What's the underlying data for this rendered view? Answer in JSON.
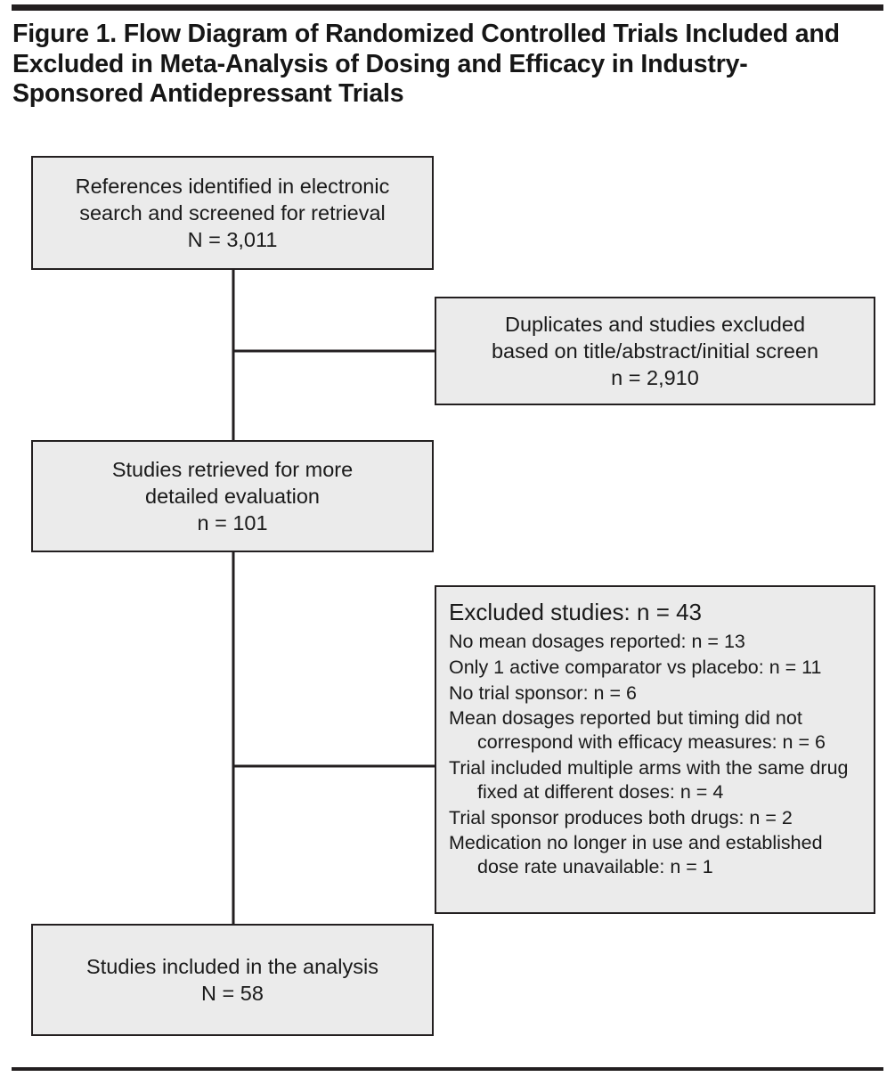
{
  "figure": {
    "title": "Figure 1. Flow Diagram of Randomized Controlled Trials Included and Excluded in Meta-Analysis of Dosing and Efficacy in Industry-Sponsored Antidepressant Trials",
    "colors": {
      "box_fill": "#ebebeb",
      "box_border": "#231f20",
      "rule": "#231f20",
      "text": "#1a1a1a",
      "background": "#ffffff"
    }
  },
  "flow": {
    "boxes": {
      "references": {
        "line1": "References identified in electronic",
        "line2": "search and screened for retrieval",
        "line3": "N = 3,011"
      },
      "duplicates": {
        "line1": "Duplicates and studies excluded",
        "line2": "based on title/abstract/initial screen",
        "line3": "n = 2,910"
      },
      "retrieved": {
        "line1": "Studies retrieved for more",
        "line2": "detailed evaluation",
        "line3": "n = 101"
      },
      "excluded": {
        "heading": "Excluded studies: n = 43",
        "items": [
          "No mean dosages reported: n = 13",
          "Only 1 active comparator vs placebo: n = 11",
          "No trial sponsor: n = 6",
          "Mean dosages reported but timing did not correspond with efficacy measures: n = 6",
          "Trial included multiple arms with the same drug fixed at different doses: n = 4",
          "Trial sponsor produces both drugs: n = 2",
          "Medication no longer in use and established dose rate unavailable: n = 1"
        ]
      },
      "included": {
        "line1": "Studies included in the analysis",
        "line2": "N = 58"
      }
    }
  },
  "chart_data": {
    "type": "diagram",
    "title": "Figure 1. Flow Diagram of Randomized Controlled Trials Included and Excluded in Meta-Analysis of Dosing and Efficacy in Industry-Sponsored Antidepressant Trials",
    "nodes": [
      {
        "id": "references",
        "label": "References identified in electronic search and screened for retrieval",
        "count_label": "N = 3,011",
        "value": 3011,
        "column": "left"
      },
      {
        "id": "duplicates",
        "label": "Duplicates and studies excluded based on title/abstract/initial screen",
        "count_label": "n = 2,910",
        "value": 2910,
        "column": "right"
      },
      {
        "id": "retrieved",
        "label": "Studies retrieved for more detailed evaluation",
        "count_label": "n = 101",
        "value": 101,
        "column": "left"
      },
      {
        "id": "excluded",
        "label": "Excluded studies",
        "count_label": "n = 43",
        "value": 43,
        "column": "right"
      },
      {
        "id": "included",
        "label": "Studies included in the analysis",
        "count_label": "N = 58",
        "value": 58,
        "column": "left"
      }
    ],
    "edges": [
      {
        "from": "references",
        "to": "duplicates",
        "type": "branch"
      },
      {
        "from": "references",
        "to": "retrieved",
        "type": "main"
      },
      {
        "from": "retrieved",
        "to": "excluded",
        "type": "branch"
      },
      {
        "from": "retrieved",
        "to": "included",
        "type": "main"
      }
    ],
    "exclusion_breakdown": [
      {
        "reason": "No mean dosages reported",
        "n": 13
      },
      {
        "reason": "Only 1 active comparator vs placebo",
        "n": 11
      },
      {
        "reason": "No trial sponsor",
        "n": 6
      },
      {
        "reason": "Mean dosages reported but timing did not correspond with efficacy measures",
        "n": 6
      },
      {
        "reason": "Trial included multiple arms with the same drug fixed at different doses",
        "n": 4
      },
      {
        "reason": "Trial sponsor produces both drugs",
        "n": 2
      },
      {
        "reason": "Medication no longer in use and established dose rate unavailable",
        "n": 1
      }
    ]
  }
}
